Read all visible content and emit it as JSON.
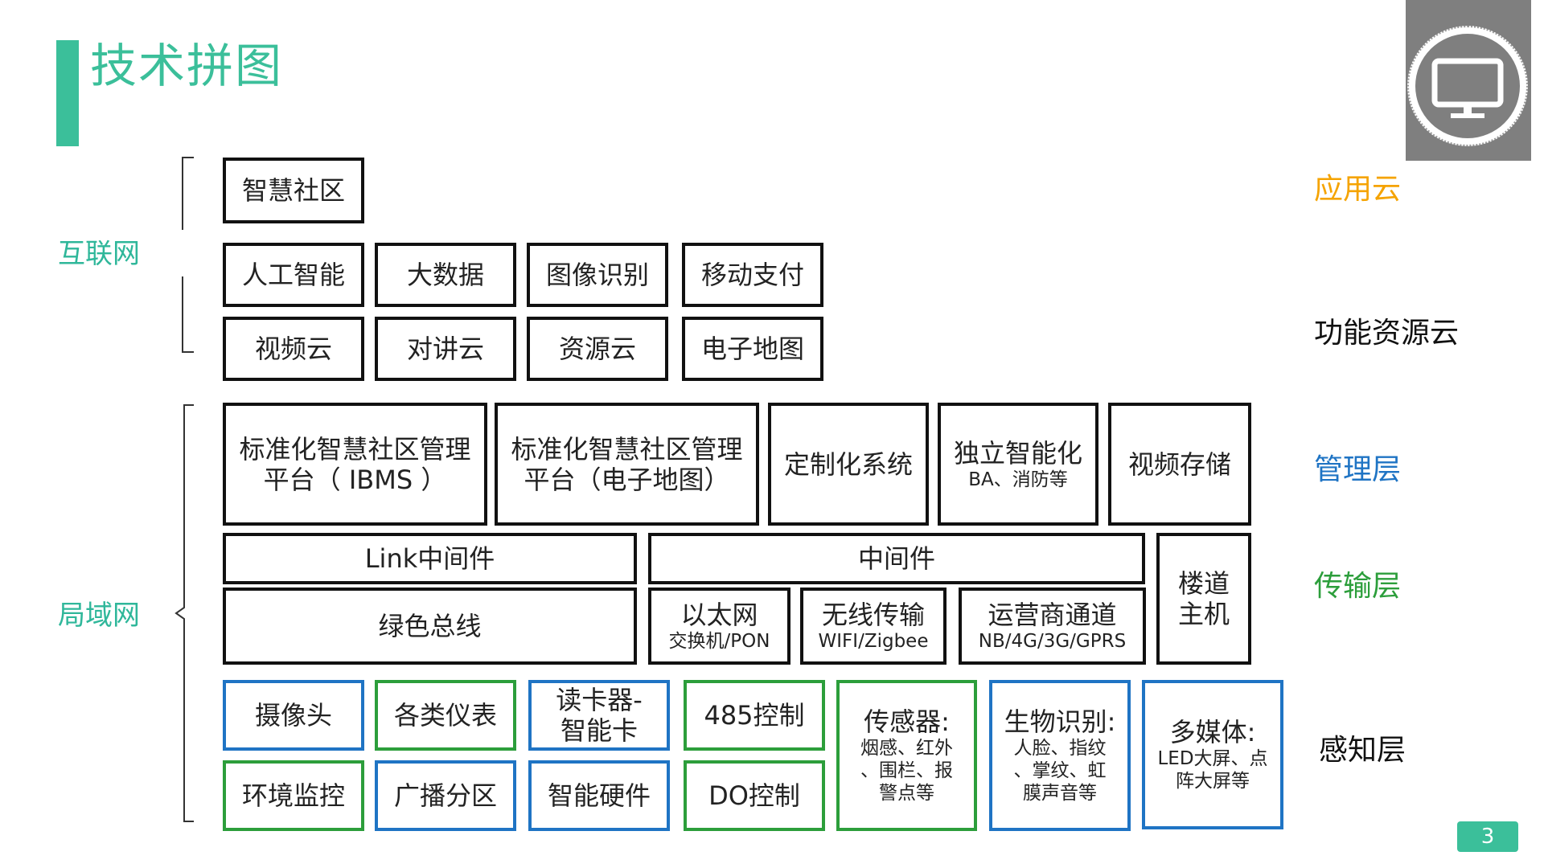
{
  "title": "技术拼图",
  "colors": {
    "accent": "#3bbf9a",
    "internet_label": "#2fb79a",
    "app_cloud": "#f5a300",
    "mgmt": "#1f74c4",
    "trans": "#2c9e3b",
    "box_blue": "#1f74c4",
    "box_green": "#2c9e3b"
  },
  "corner_icon": "monitor-icon",
  "zones": {
    "internet": "互联网",
    "lan": "局域网"
  },
  "layers": {
    "app_cloud": "应用云",
    "func_cloud": "功能资源云",
    "mgmt": "管理层",
    "trans": "传输层",
    "perception": "感知层"
  },
  "cloud": {
    "community": "智慧社区",
    "row1": [
      "人工智能",
      "大数据",
      "图像识别",
      "移动支付"
    ],
    "row2": [
      "视频云",
      "对讲云",
      "资源云",
      "电子地图"
    ]
  },
  "mgmt_boxes": [
    {
      "title": "标准化智慧社区管理\n平台（ IBMS ）",
      "sub": ""
    },
    {
      "title": "标准化智慧社区管理\n平台（电子地图）",
      "sub": ""
    },
    {
      "title": "定制化系统",
      "sub": ""
    },
    {
      "title": "独立智能化",
      "sub": "BA、消防等"
    },
    {
      "title": "视频存储",
      "sub": ""
    }
  ],
  "trans": {
    "link_middleware": "Link中间件",
    "middleware": "中间件",
    "green_bus": "绿色总线",
    "ethernet": {
      "title": "以太网",
      "sub": "交换机/PON"
    },
    "wireless": {
      "title": "无线传输",
      "sub": "WIFI/Zigbee"
    },
    "carrier": {
      "title": "运营商通道",
      "sub": "NB/4G/3G/GPRS"
    },
    "floor_host": "楼道\n主机"
  },
  "perception": {
    "camera": "摄像头",
    "meters": "各类仪表",
    "card_reader": "读卡器-\n智能卡",
    "ctrl485": "485控制",
    "env": "环境监控",
    "broadcast": "广播分区",
    "hardware": "智能硬件",
    "do_ctrl": "DO控制",
    "sensor": {
      "title": "传感器:",
      "sub": "烟感、红外\n、围栏、报\n警点等"
    },
    "bio": {
      "title": "生物识别:",
      "sub": "人脸、指纹\n、掌纹、虹\n膜声音等"
    },
    "media": {
      "title": "多媒体:",
      "sub": "LED大屏、点\n阵大屏等"
    }
  },
  "page_number": "3"
}
